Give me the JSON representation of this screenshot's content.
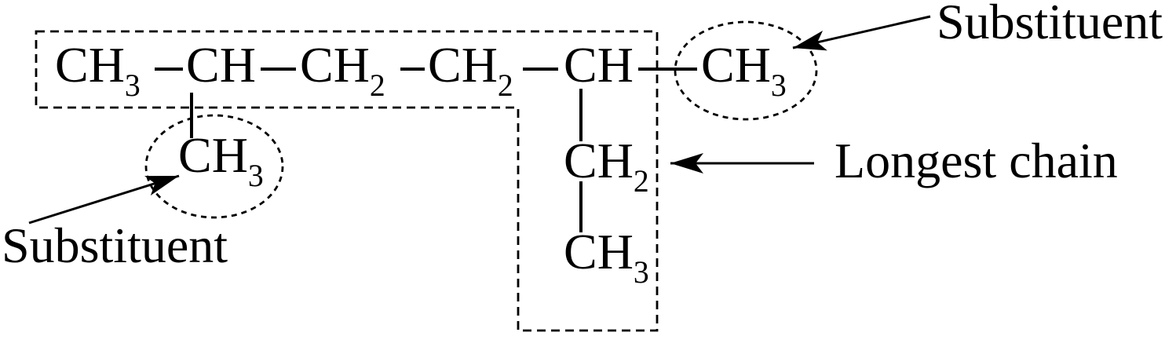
{
  "canvas": {
    "background": "#ffffff",
    "ink": "#000000"
  },
  "molecule": {
    "main_chain": [
      {
        "base": "CH",
        "sub": "3"
      },
      {
        "base": "CH",
        "sub": ""
      },
      {
        "base": "CH",
        "sub": "2"
      },
      {
        "base": "CH",
        "sub": "2"
      },
      {
        "base": "CH",
        "sub": ""
      },
      {
        "base": "CH",
        "sub": "3"
      }
    ],
    "c2_branch": {
      "base": "CH",
      "sub": "3"
    },
    "c5_branch": [
      {
        "base": "CH",
        "sub": "2"
      },
      {
        "base": "CH",
        "sub": "3"
      }
    ]
  },
  "annotations": {
    "substituent_top_right": {
      "label": "Substituent"
    },
    "substituent_bottom_left": {
      "label": "Substituent"
    },
    "longest_chain": {
      "label": "Longest chain"
    }
  }
}
